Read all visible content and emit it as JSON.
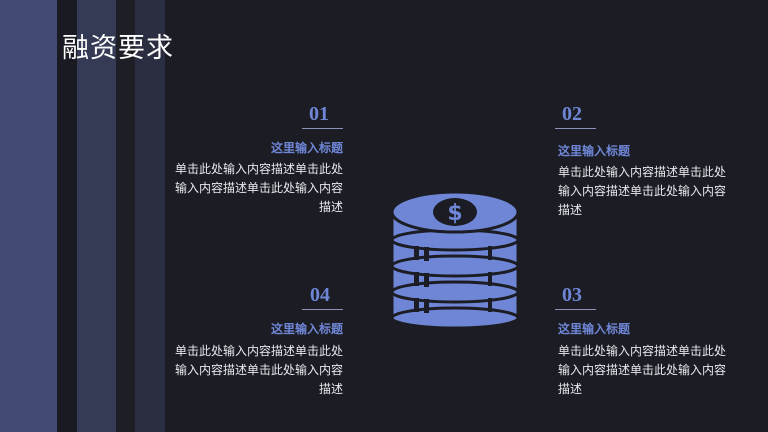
{
  "slide": {
    "title": "融资要求"
  },
  "items": [
    {
      "number": "01",
      "heading": "这里输入标题",
      "description": "单击此处输入内容描述单击此处输入内容描述单击此处输入内容描述"
    },
    {
      "number": "02",
      "heading": "这里输入标题",
      "description": "单击此处输入内容描述单击此处输入内容描述单击此处输入内容描述"
    },
    {
      "number": "04",
      "heading": "这里输入标题",
      "description": "单击此处输入内容描述单击此处输入内容描述单击此处输入内容描述"
    },
    {
      "number": "03",
      "heading": "这里输入标题",
      "description": "单击此处输入内容描述单击此处输入内容描述单击此处输入内容描述"
    }
  ],
  "icons": {
    "center": "coin-stack-dollar-icon"
  },
  "colors": {
    "accent": "#6f86d6",
    "background": "#1c1d24",
    "text": "#e8e8ee"
  }
}
